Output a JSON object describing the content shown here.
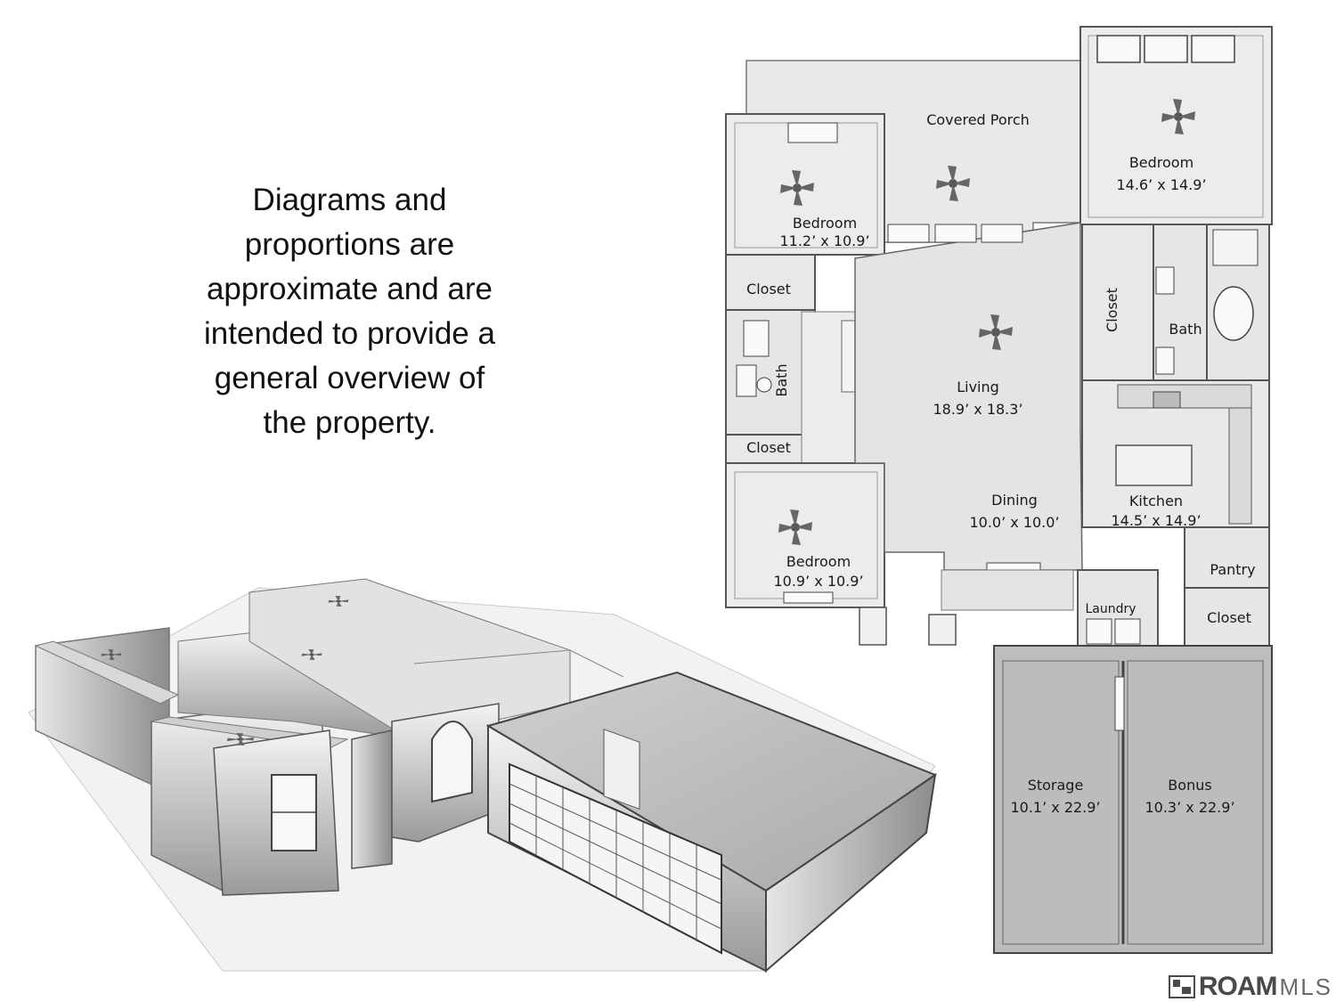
{
  "disclaimer": {
    "lines": [
      "Diagrams and",
      "proportions are",
      "approximate and are",
      "intended to provide a",
      "general overview of",
      "the property."
    ]
  },
  "rooms": {
    "porch": {
      "label": "Covered Porch"
    },
    "bedroom_left_top": {
      "label": "Bedroom",
      "dims": "11.2’ x 10.9’"
    },
    "bedroom_left_bottom": {
      "label": "Bedroom",
      "dims": "10.9’ x 10.9’"
    },
    "bedroom_master": {
      "label": "Bedroom",
      "dims": "14.6’ x 14.9’"
    },
    "closet_left_top": {
      "label": "Closet"
    },
    "closet_left_bottom": {
      "label": "Closet"
    },
    "bath_left": {
      "label": "Bath"
    },
    "closet_master": {
      "label": "Closet"
    },
    "bath_master": {
      "label": "Bath"
    },
    "living": {
      "label": "Living",
      "dims": "18.9’ x 18.3’"
    },
    "dining": {
      "label": "Dining",
      "dims": "10.0’ x 10.0’"
    },
    "kitchen": {
      "label": "Kitchen",
      "dims": "14.5’ x 14.9’"
    },
    "pantry": {
      "label": "Pantry"
    },
    "closet_right": {
      "label": "Closet"
    },
    "laundry": {
      "label": "Laundry"
    },
    "storage": {
      "label": "Storage",
      "dims": "10.1’ x 22.9’"
    },
    "bonus": {
      "label": "Bonus",
      "dims": "10.3’ x 22.9’"
    }
  },
  "logo": {
    "brand": "ROAM",
    "suffix": "MLS"
  }
}
